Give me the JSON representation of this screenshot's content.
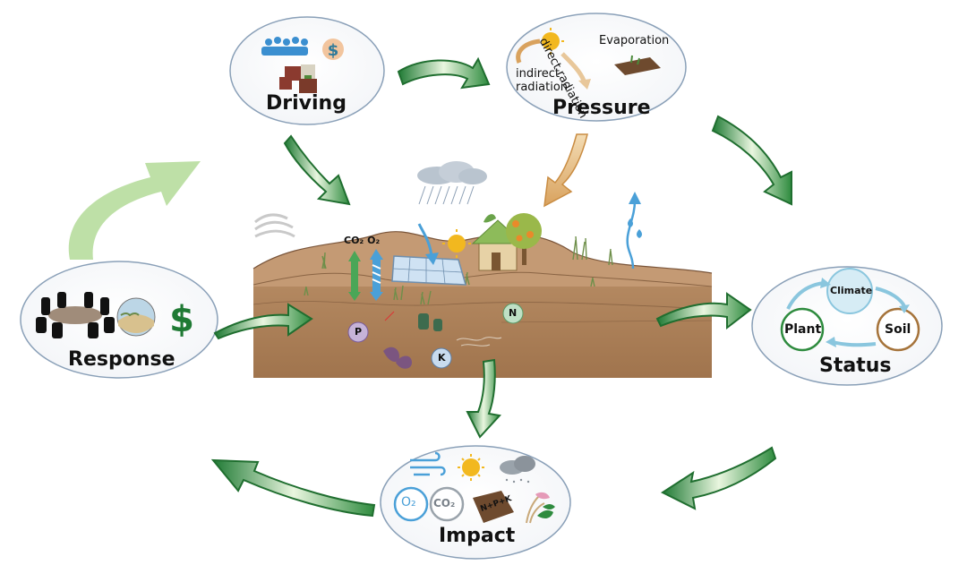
{
  "nodes": {
    "driving": "Driving",
    "pressure": "Pressure",
    "status": "Status",
    "impact": "Impact",
    "response": "Response"
  },
  "pressure_labels": {
    "direct_radiation": "direct radiation",
    "indirect_radiation": "indirect radiation",
    "evaporation": "Evaporation"
  },
  "status_cycle": {
    "climate": "Climate",
    "plant": "Plant",
    "soil": "Soil"
  },
  "landscape_labels": {
    "gases": "CO₂ O₂",
    "p": "P",
    "n": "N",
    "k": "K"
  },
  "impact_labels": {
    "o2": "O₂",
    "co2": "CO₂",
    "npk": "N+P+K"
  },
  "colors": {
    "arrow_green": "#2e8b3e",
    "arrow_light": "#a8d58a",
    "soil": "#a9805a",
    "hill": "#c49a74",
    "ellipse_border": "#8aa0b8"
  },
  "icons": [
    "people-icon",
    "dollar-icon",
    "buildings-icon",
    "sun-icon",
    "soil-patch-icon",
    "cloud-rain-icon",
    "solar-panel-icon",
    "house-icon",
    "tree-icon",
    "water-drop-icon",
    "meeting-table-icon",
    "landscape-icon",
    "wind-icon",
    "cloud-icon",
    "plant-icon"
  ]
}
